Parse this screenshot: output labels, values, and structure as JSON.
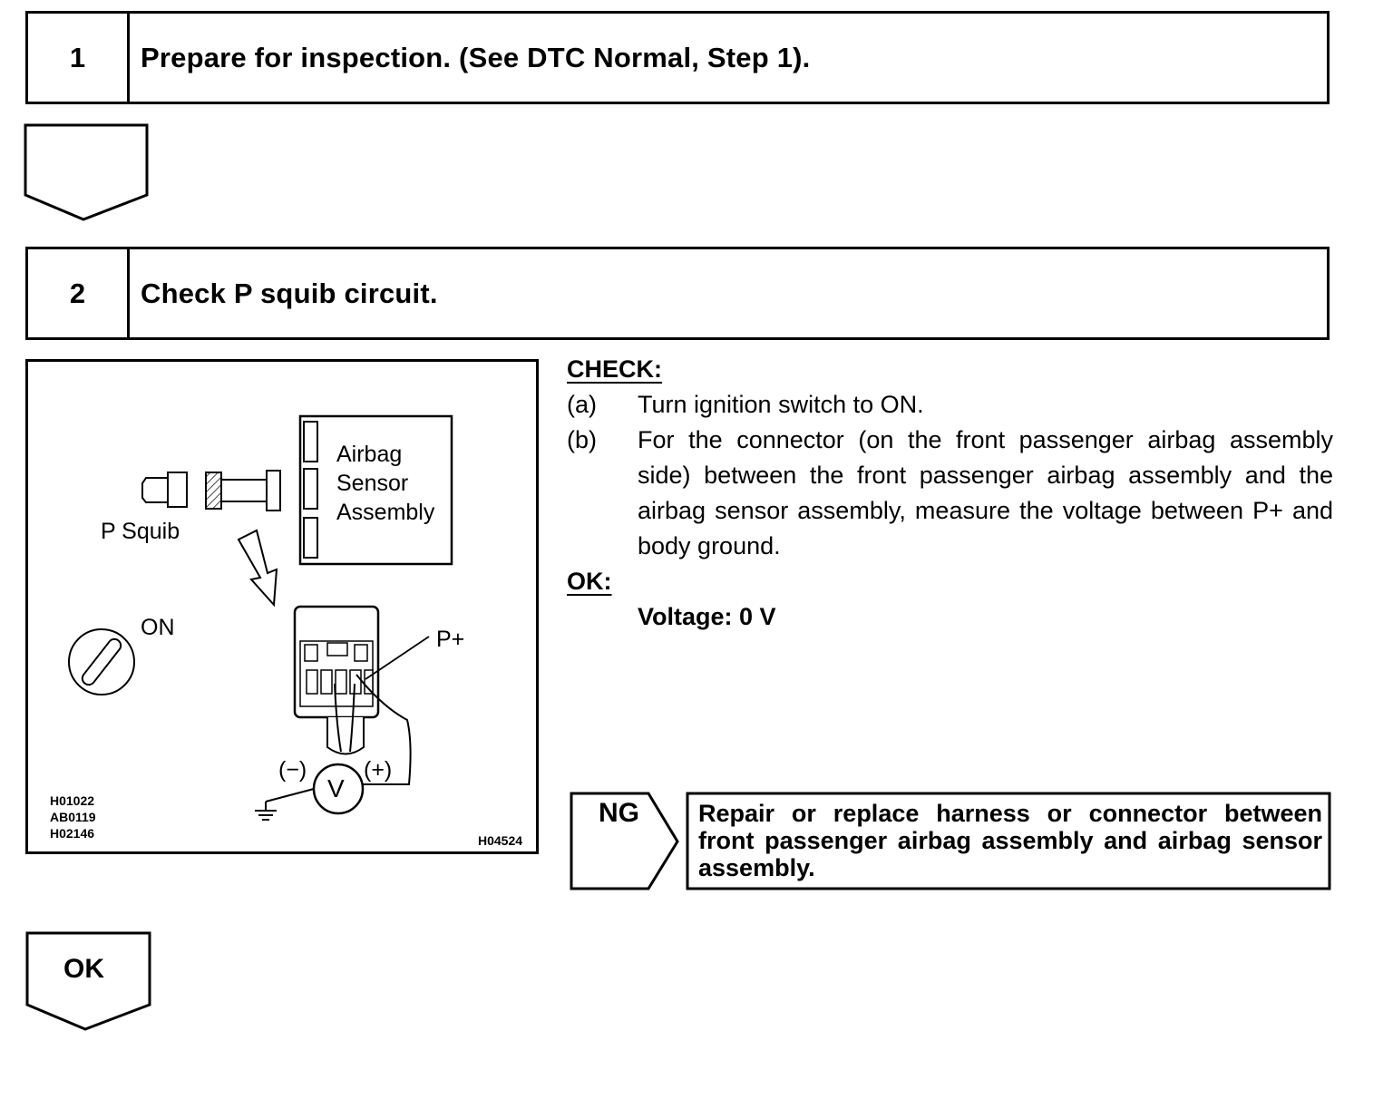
{
  "step1": {
    "number": "1",
    "title": "Prepare for inspection. (See DTC Normal, Step 1)",
    "title_tail": "."
  },
  "step2": {
    "number": "2",
    "title": "Check P squib circuit."
  },
  "diagram": {
    "sensor_label": [
      "Airbag",
      "Sensor",
      "Assembly"
    ],
    "squib_label": "P Squib",
    "ignition_label": "ON",
    "terminal_label": "P+",
    "minus_label": "(−)",
    "plus_label": "(+)",
    "voltmeter_symbol": "V",
    "codes": [
      "H01022",
      "AB0119",
      "H02146"
    ],
    "figure_id": "H04524"
  },
  "check": {
    "heading": "CHECK:",
    "items": [
      {
        "label": "(a)",
        "text": "Turn ignition switch to ON."
      },
      {
        "label": "(b)",
        "text": "For the connector (on the front passenger airbag assembly side) between the front passenger airbag assembly and the airbag sensor assembly, measure the voltage between P+ and body ground."
      }
    ],
    "ok_heading": "OK:",
    "ok_spec": "Voltage: 0 V"
  },
  "ng": {
    "label": "NG",
    "text": "Repair or replace harness or connector between front passenger airbag assembly and airbag sensor assembly."
  },
  "ok_arrow": {
    "label": "OK"
  }
}
